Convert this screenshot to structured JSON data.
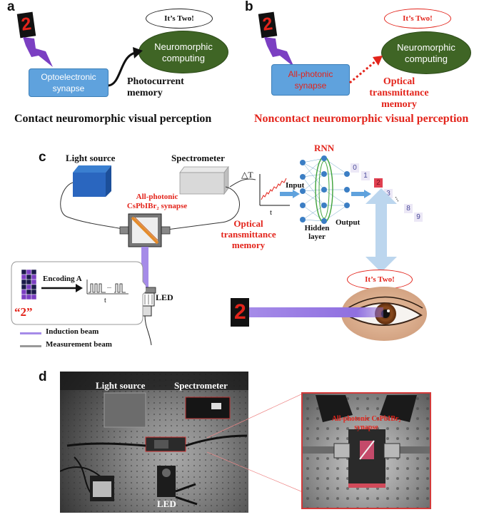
{
  "panel_a": {
    "letter": "a",
    "bubble": "It’s Two!",
    "synapse": "Optoelectronic synapse",
    "neuro": "Neuromorphic computing",
    "memory": "Photocurrent memory",
    "caption": "Contact neuromorphic visual perception"
  },
  "panel_b": {
    "letter": "b",
    "bubble": "It’s Two!",
    "synapse": "All-photonic synapse",
    "neuro": "Neuromorphic computing",
    "memory": "Optical transmittance memory",
    "caption": "Noncontact neuromorphic visual perception"
  },
  "panel_c": {
    "letter": "c",
    "light_source": "Light source",
    "spectrometer": "Spectrometer",
    "synapse_label": "All-photonic CsPbIBr₂ synapse",
    "delta_t": "△T",
    "t_axis": "t",
    "optical_memory": "Optical transmittance memory",
    "rnn": "RNN",
    "input": "Input",
    "output": "Output",
    "hidden": "Hidden layer",
    "digits": [
      "0",
      "1",
      "2",
      "3",
      "8",
      "9"
    ],
    "ellipsis": "...",
    "encoding": "Encoding A",
    "encoding_t": "t",
    "two": "“2”",
    "led": "LED",
    "bubble": "It’s Two!",
    "legend_induction": "Induction beam",
    "legend_measurement": "Measurement beam",
    "digit_2": "2"
  },
  "panel_d": {
    "letter": "d",
    "light_source": "Light source",
    "spectrometer": "Spectrometer",
    "led": "LED",
    "inset_label": "All-photonic CsPbIBr₂ synapse"
  },
  "colors": {
    "blue_box": "#5fa2dd",
    "green_ellipse": "#3f6525",
    "red_text": "#e3241b",
    "purple_beam": "#a58be8",
    "arrow_blue": "#bcd6ee"
  }
}
